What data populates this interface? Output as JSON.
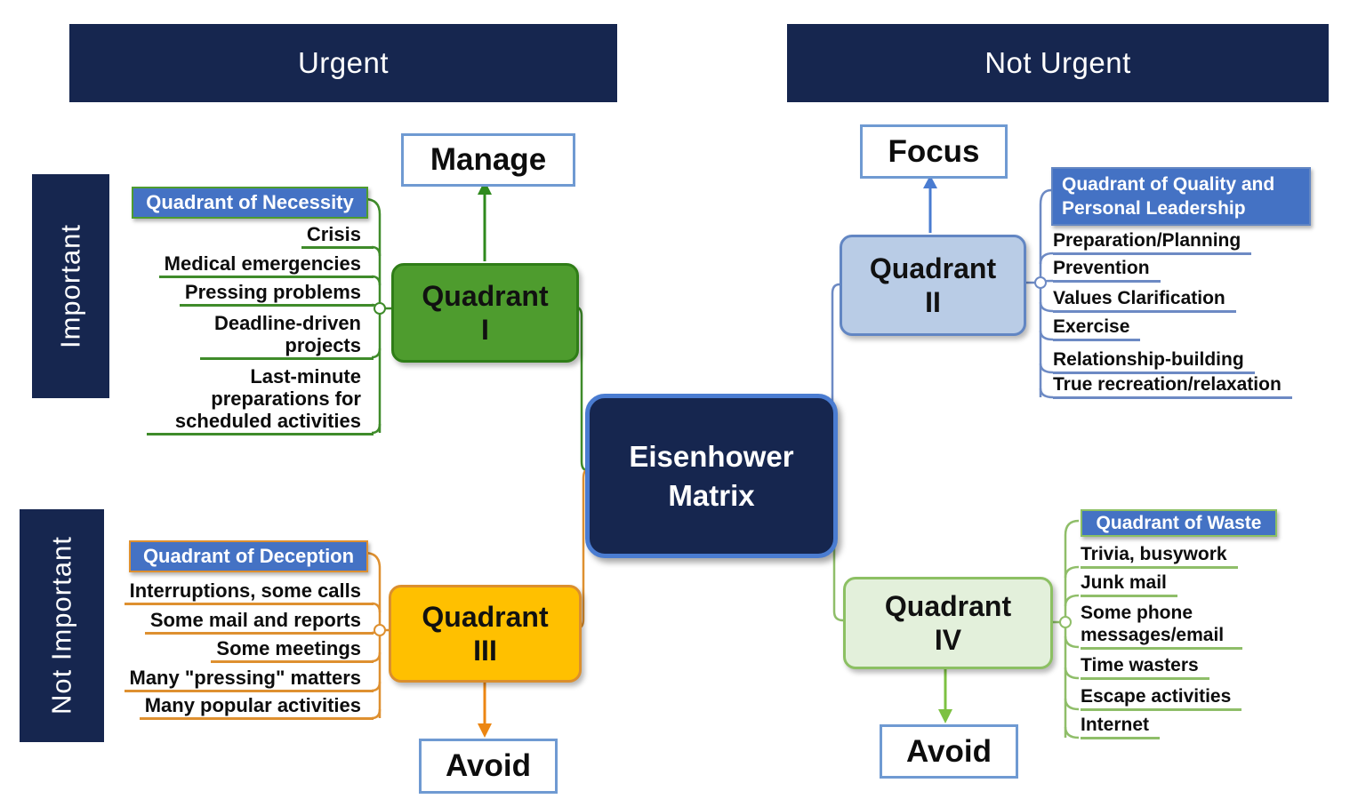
{
  "headers": {
    "urgent": "Urgent",
    "not_urgent": "Not Urgent"
  },
  "axis": {
    "important": "Important",
    "not_important": "Not Important"
  },
  "center": {
    "title": "Eisenhower Matrix"
  },
  "strategies": {
    "manage": "Manage",
    "focus": "Focus",
    "avoid_q3": "Avoid",
    "avoid_q4": "Avoid"
  },
  "quadrants": {
    "q1": {
      "word": "Quadrant",
      "numeral": "I",
      "label": "Quadrant of Necessity",
      "items": [
        "Crisis",
        "Medical emergencies",
        "Pressing problems",
        "Deadline-driven projects",
        "Last-minute preparations for scheduled activities"
      ],
      "accent": "#3f8b2a",
      "fill": "#4e9c2e",
      "border": "#2f7d17"
    },
    "q2": {
      "word": "Quadrant",
      "numeral": "II",
      "label": "Quadrant of Quality and Personal Leadership",
      "items": [
        "Preparation/Planning",
        "Prevention",
        "Values Clarification",
        "Exercise",
        "Relationship-building",
        "True recreation/relaxation"
      ],
      "accent": "#6d8ac4",
      "fill": "#b9cce6",
      "border": "#6286c3"
    },
    "q3": {
      "word": "Quadrant",
      "numeral": "III",
      "label": "Quadrant of Deception",
      "items": [
        "Interruptions, some calls",
        "Some mail and reports",
        "Some meetings",
        "Many \"pressing\" matters",
        "Many popular activities"
      ],
      "accent": "#de9030",
      "fill": "#ffc000",
      "border": "#db8f2d"
    },
    "q4": {
      "word": "Quadrant",
      "numeral": "IV",
      "label": "Quadrant of Waste",
      "items": [
        "Trivia, busywork",
        "Junk mail",
        "Some phone messages/email",
        "Time wasters",
        "Escape activities",
        "Internet"
      ],
      "accent": "#8fbe69",
      "fill": "#e3f0db",
      "border": "#8cc063"
    }
  },
  "colors": {
    "navy": "#16264f",
    "label_bg": "#4472c4",
    "center_border": "#4a7cd1",
    "action_border": "#6f9ad2"
  }
}
